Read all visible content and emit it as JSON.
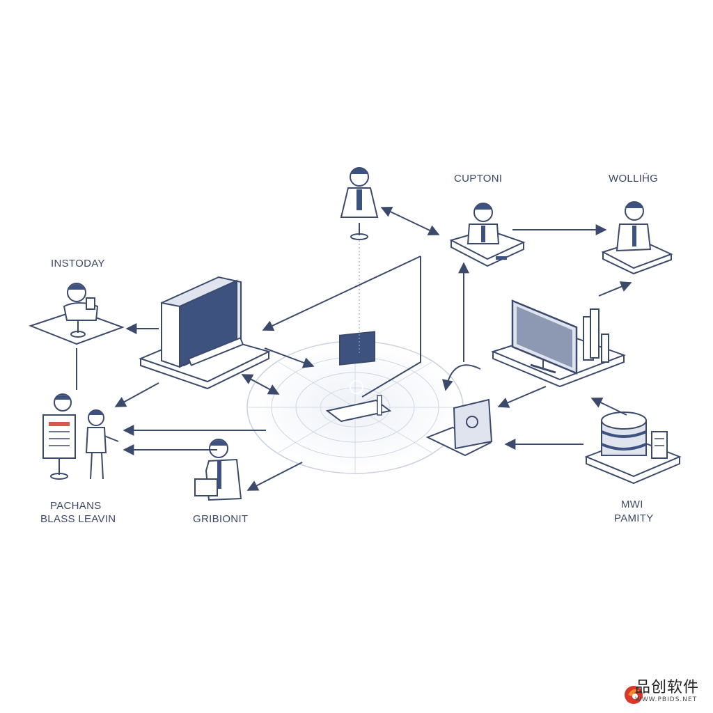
{
  "labels": {
    "customer": "CUPTONI",
    "wolling": "WOLLIḦG",
    "instoday": "INSTODAY",
    "pachans": "PACHANS",
    "blass": "BLASS LEAVIN",
    "gribionit": "GRIBIONIT",
    "mwi": "MWI",
    "pamity": "PAMITY"
  },
  "watermark": {
    "cn": "品创软件",
    "en": "WWW.PBIDS.NET"
  },
  "colors": {
    "line": "#3b4a6b",
    "fill_dark": "#3e5280",
    "fill_light": "#dfe4ee",
    "watermark_red": "#d8372a",
    "watermark_orange": "#f28c28"
  }
}
